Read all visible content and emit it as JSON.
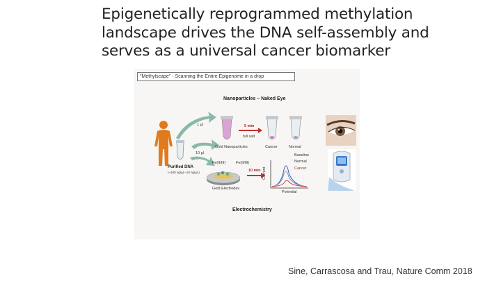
{
  "slide": {
    "title_lines": [
      "Epigenetically reprogrammed methylation",
      "landscape drives the DNA self-assembly and",
      "serves as a universal cancer biomarker"
    ],
    "citation": "Sine, Carrascosa and Trau, Nature Comm 2018"
  },
  "figure": {
    "header": "\"Methylscape\" - Scanning the Entire Epigenome in a drop",
    "nanoparticles_title": "Nanoparticles – Naked Eye",
    "electrochemistry_title": "Electrochemistry",
    "purified_dna": "Purified DNA",
    "purified_dna_sub": "(~100 ng/µL–10 ng/µL)",
    "vol_1ul": "1 µl",
    "vol_10ul": "10 µl",
    "time_5min": "5 min",
    "time_10min": "10 min",
    "full_salt": "full salt",
    "gold_nanoparticles": "Gold Nanoparticles",
    "cancer_label": "Cancer",
    "normal_label": "Normal",
    "gold_electrodes": "Gold Electrodes",
    "fe_label_1": "Fe(II/III)",
    "fe_label_2": "Fe(II/III)",
    "baseline": "Baseline",
    "plot_normal": "Normal",
    "plot_cancer": "Cancer",
    "current_axis": "Current",
    "potential_axis": "Potential"
  },
  "colors": {
    "person": "#e07a1f",
    "arrow": "#7fb3a3",
    "pink_tube": "#d9a3d8",
    "red_line": "#d23a3a",
    "blue_line": "#3a5bb0"
  },
  "icons": [
    "person-icon",
    "eye-photo",
    "handheld-device-icon"
  ]
}
